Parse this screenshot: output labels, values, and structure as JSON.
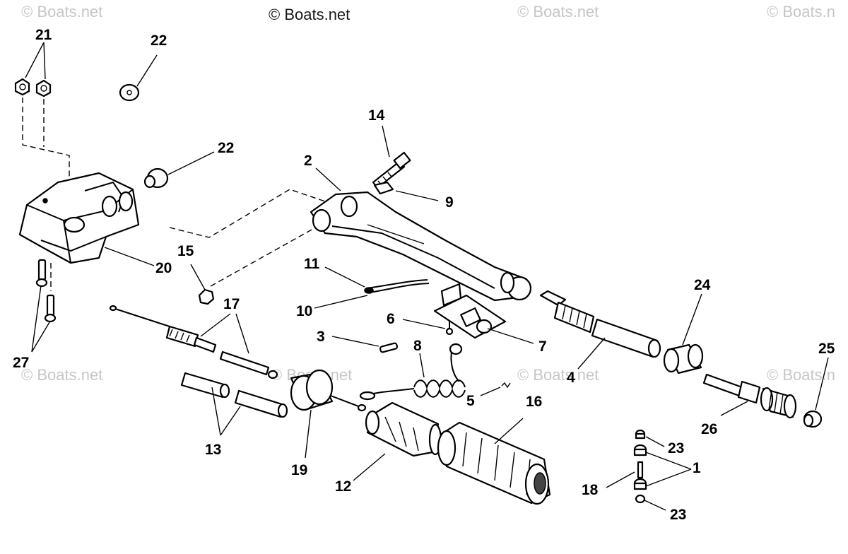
{
  "watermarks": {
    "top_left": "© Boats.net",
    "top_center": "© Boats.net",
    "top_right": "© Boats.net",
    "top_far_right": "© Boats.n",
    "mid_left": "© Boats.net",
    "mid_center": "© Boats.net",
    "mid_right": "© Boats.net",
    "mid_far_right": "© Boats.n"
  },
  "part_labels": {
    "p1": "1",
    "p2": "2",
    "p3": "3",
    "p4": "4",
    "p5": "5",
    "p6": "6",
    "p7": "7",
    "p8": "8",
    "p9": "9",
    "p10": "10",
    "p11": "11",
    "p12": "12",
    "p13": "13",
    "p14": "14",
    "p15": "15",
    "p16": "16",
    "p17": "17",
    "p18": "18",
    "p19": "19",
    "p20": "20",
    "p21": "21",
    "p22a": "22",
    "p22b": "22",
    "p23a": "23",
    "p23b": "23",
    "p24": "24",
    "p25": "25",
    "p26": "26",
    "p27": "27"
  }
}
